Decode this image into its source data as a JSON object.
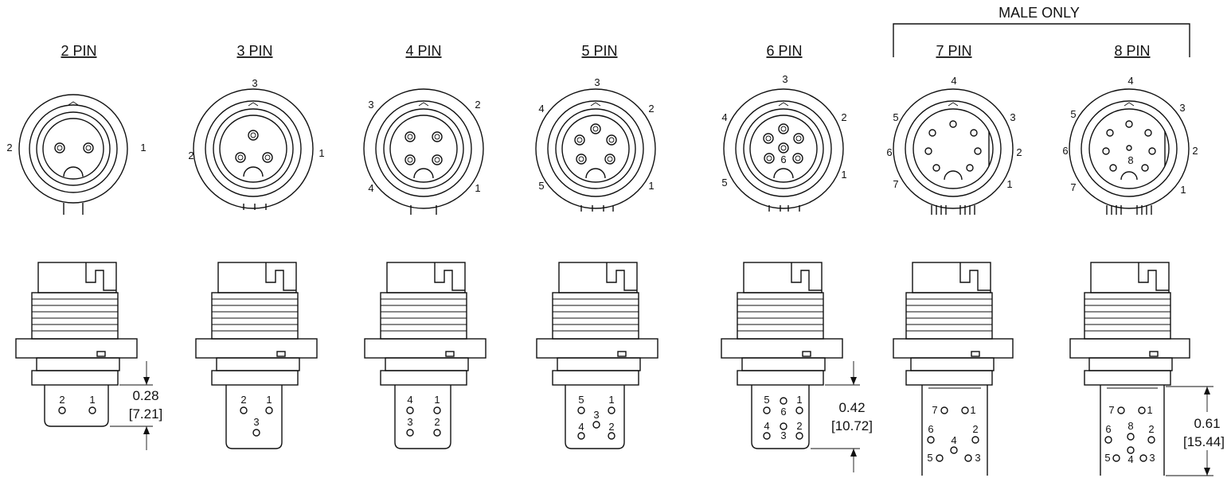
{
  "group_label": "MALE ONLY",
  "connectors": [
    {
      "title": "2 PIN",
      "face_labels": [
        "2",
        "1"
      ],
      "tail_labels": [
        "2",
        "1"
      ]
    },
    {
      "title": "3 PIN",
      "face_labels": [
        "3",
        "2",
        "1"
      ],
      "tail_labels": [
        "2",
        "1",
        "3"
      ]
    },
    {
      "title": "4 PIN",
      "face_labels": [
        "3",
        "2",
        "4",
        "1"
      ],
      "tail_labels": [
        "4",
        "1",
        "3",
        "2"
      ]
    },
    {
      "title": "5 PIN",
      "face_labels": [
        "3",
        "4",
        "2",
        "5",
        "1"
      ],
      "tail_labels": [
        "5",
        "1",
        "3",
        "4",
        "2"
      ]
    },
    {
      "title": "6 PIN",
      "face_labels": [
        "3",
        "4",
        "2",
        "5",
        "1",
        "6"
      ],
      "tail_labels": [
        "5",
        "1",
        "6",
        "4",
        "2",
        "3"
      ]
    },
    {
      "title": "7 PIN",
      "face_labels": [
        "4",
        "5",
        "3",
        "6",
        "2",
        "7",
        "1"
      ],
      "tail_labels": [
        "7",
        "1",
        "6",
        "2",
        "4",
        "5",
        "3"
      ]
    },
    {
      "title": "8 PIN",
      "face_labels": [
        "4",
        "5",
        "3",
        "6",
        "2",
        "7",
        "1",
        "8"
      ],
      "tail_labels": [
        "7",
        "1",
        "6",
        "8",
        "2",
        "5",
        "4",
        "3"
      ]
    }
  ],
  "dimensions": [
    {
      "inch": "0.28",
      "mm": "[7.21]"
    },
    {
      "inch": "0.42",
      "mm": "[10.72]"
    },
    {
      "inch": "0.61",
      "mm": "[15.44]"
    }
  ]
}
